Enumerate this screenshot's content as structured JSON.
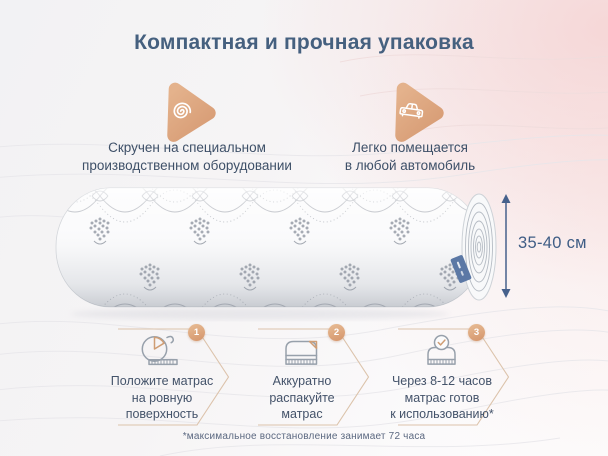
{
  "header": {
    "title": "Компактная и прочная упаковка"
  },
  "features": [
    {
      "icon": "spiral-icon",
      "lines": [
        "Скручен на специальном",
        "производственном оборудовании"
      ]
    },
    {
      "icon": "car-icon",
      "lines": [
        "Легко помещается",
        "в любой автомобиль"
      ]
    }
  ],
  "mattress": {
    "illustration": "rolled-mattress-damask-pattern",
    "tag_icon": "brand-tag"
  },
  "measurement": {
    "label": "35-40 см"
  },
  "steps": [
    {
      "number": "1",
      "icon": "rolled-mattress-icon",
      "lines": [
        "Положите матрас",
        "на ровную",
        "поверхность"
      ]
    },
    {
      "number": "2",
      "icon": "unpack-mattress-icon",
      "lines": [
        "Аккуратно",
        "распакуйте",
        "матрас"
      ]
    },
    {
      "number": "3",
      "icon": "mattress-ready-icon",
      "lines": [
        "Через 8-12 часов",
        "матрас готов",
        "к использованию*"
      ]
    }
  ],
  "footnote": {
    "text": "*максимальное восстановление занимает 72 часа"
  },
  "colors": {
    "accent_tan": "#d9a074",
    "step_border_tan": "#dcc3ab",
    "badge_tan": "#dc9f6f",
    "title_blue": "#45607f",
    "body_text": "#44536a",
    "measure_blue": "#3f5d85",
    "tag_blue": "#5b78a5",
    "background_pink": "#f6d4d2"
  }
}
